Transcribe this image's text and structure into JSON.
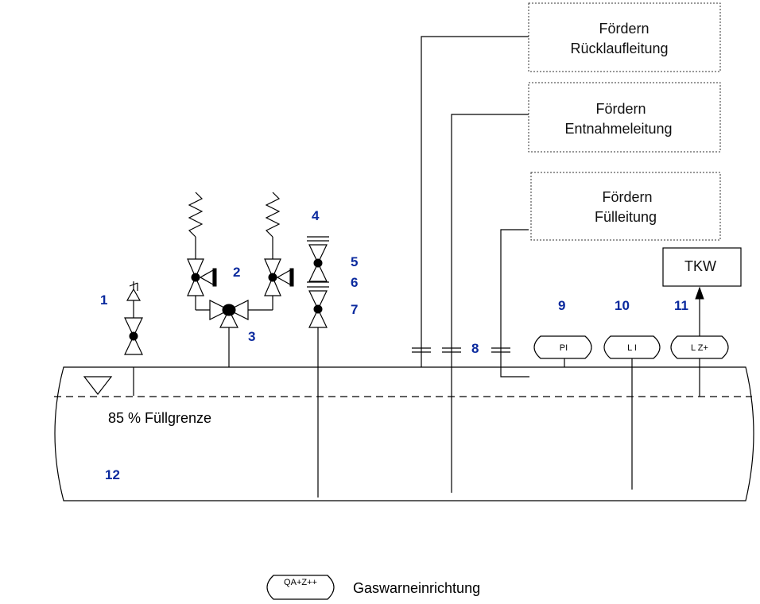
{
  "boxes": {
    "ruecklauf": [
      "Fördern",
      "Rücklaufleitung"
    ],
    "entnahme": [
      "Fördern",
      "Entnahmeleitung"
    ],
    "fuell": [
      "Fördern",
      "Fülleitung"
    ],
    "tkw": "TKW"
  },
  "numbers": {
    "n1": "1",
    "n2": "2",
    "n3": "3",
    "n4": "4",
    "n5": "5",
    "n6": "6",
    "n7": "7",
    "n8": "8",
    "n9": "9",
    "n10": "10",
    "n11": "11",
    "n12": "12"
  },
  "instruments": {
    "pi": "PI",
    "li": "L I",
    "lz": "L Z+",
    "qa": "QA+Z++"
  },
  "labels": {
    "fill_limit": "85 % Füllgrenze",
    "gas_warning": "Gaswarneinrichtung"
  }
}
